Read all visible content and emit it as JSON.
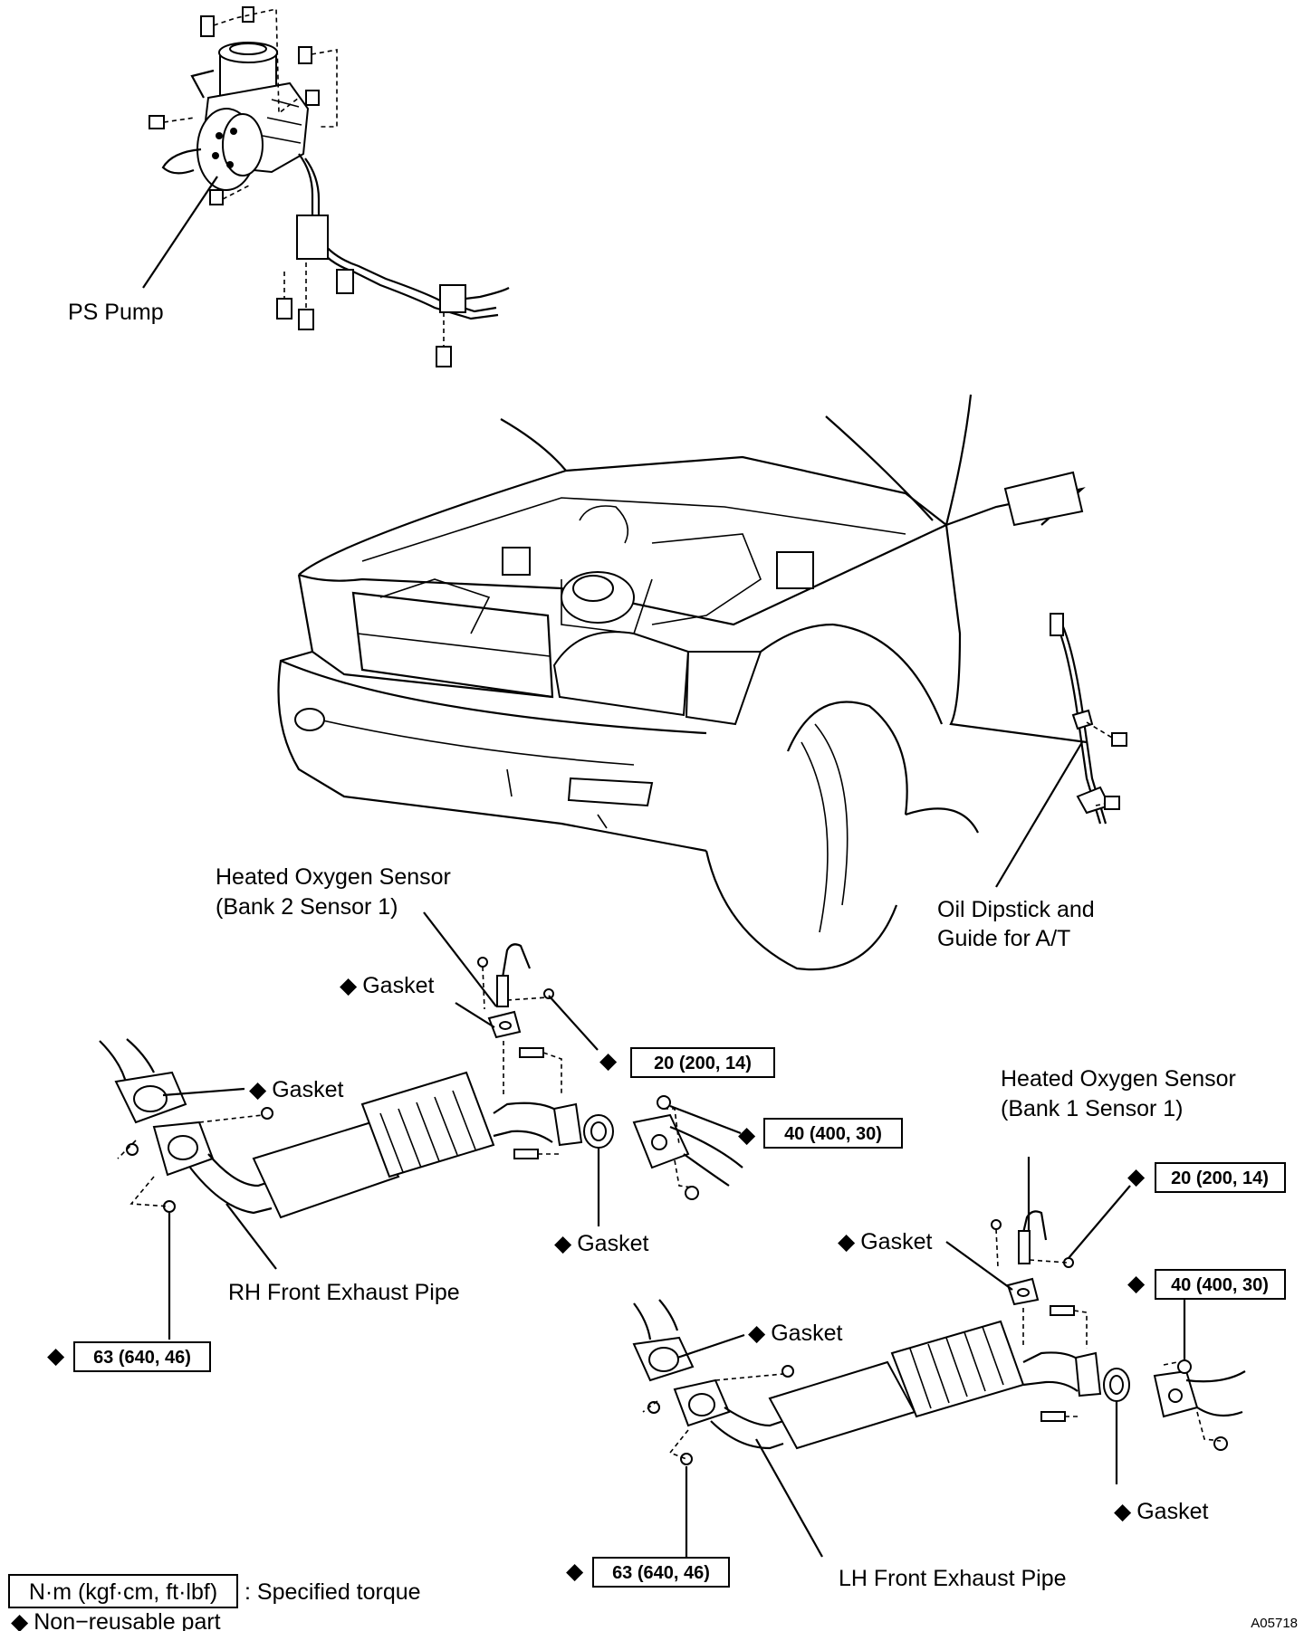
{
  "labels": {
    "ps_pump": "PS Pump",
    "o2_bank2_line1": "Heated Oxygen Sensor",
    "o2_bank2_line2": "(Bank 2 Sensor 1)",
    "o2_bank1_line1": "Heated Oxygen Sensor",
    "o2_bank1_line2": "(Bank 1 Sensor 1)",
    "dipstick_line1": "Oil Dipstick and",
    "dipstick_line2": "Guide for A/T",
    "gasket": "Gasket",
    "rh_pipe": "RH Front Exhaust Pipe",
    "lh_pipe": "LH Front Exhaust Pipe"
  },
  "torques": {
    "t20": "20 (200, 14)",
    "t40": "40 (400, 30)",
    "t63": "63 (640, 46)"
  },
  "symbols": {
    "non_reusable": "◆"
  },
  "legend": {
    "unit_box": "N·m (kgf·cm, ft·lbf)",
    "unit_text": ": Specified torque",
    "non_reusable_text": "Non−reusable part"
  },
  "figure_code": "A05718"
}
